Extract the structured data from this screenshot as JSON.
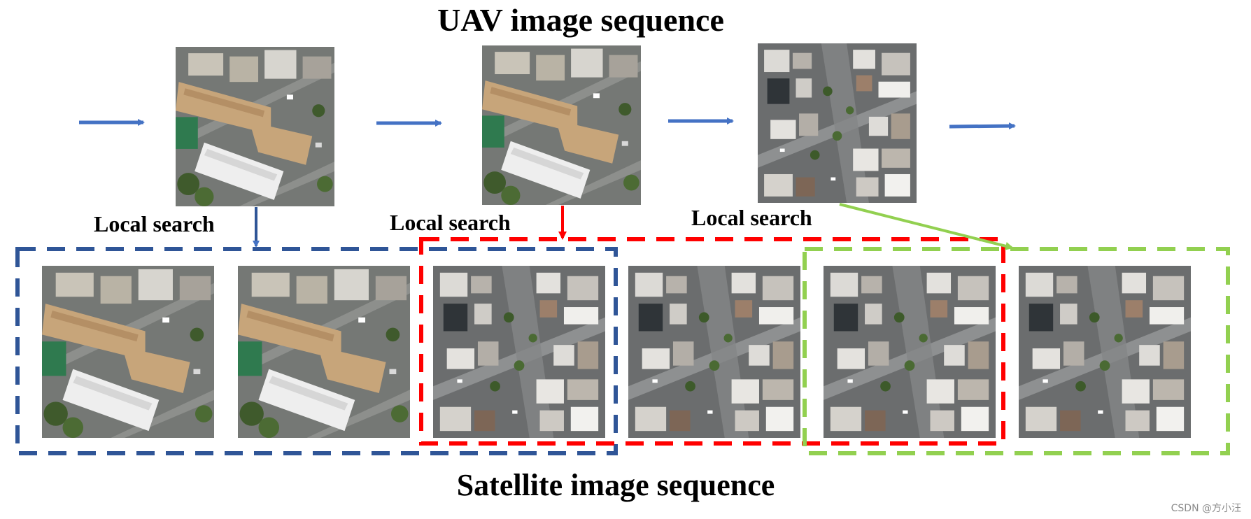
{
  "titles": {
    "uav": "UAV image sequence",
    "satellite": "Satellite image sequence"
  },
  "local_search_labels": [
    "Local search",
    "Local search",
    "Local search"
  ],
  "uav_images": [
    {
      "name": "uav-image-1",
      "tile": "school"
    },
    {
      "name": "uav-image-2",
      "tile": "school"
    },
    {
      "name": "uav-image-3",
      "tile": "blocks"
    }
  ],
  "satellite_images": [
    {
      "name": "satellite-image-1",
      "tile": "school"
    },
    {
      "name": "satellite-image-2",
      "tile": "school"
    },
    {
      "name": "satellite-image-3",
      "tile": "blocks"
    },
    {
      "name": "satellite-image-4",
      "tile": "blocks"
    },
    {
      "name": "satellite-image-5",
      "tile": "blocks"
    },
    {
      "name": "satellite-image-6",
      "tile": "blocks"
    }
  ],
  "search_windows": [
    {
      "name": "search-window-blue",
      "color": "#2f5597"
    },
    {
      "name": "search-window-red",
      "color": "#ff0000"
    },
    {
      "name": "search-window-green",
      "color": "#92d050"
    }
  ],
  "colors": {
    "flow_arrow": "#4472c4",
    "blue_window": "#2f5597",
    "red_window": "#ff0000",
    "green_window": "#92d050"
  },
  "watermark": "CSDN @方小汪"
}
